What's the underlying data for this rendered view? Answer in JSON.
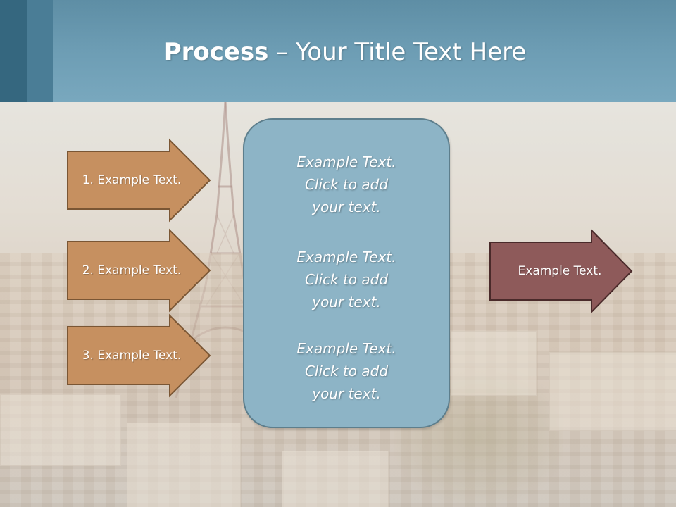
{
  "title": {
    "bold": "Process",
    "rest": " – Your Title Text Here"
  },
  "left_arrows": [
    {
      "label": "1. Example Text."
    },
    {
      "label": "2. Example Text."
    },
    {
      "label": "3. Example Text."
    }
  ],
  "center_box": {
    "paragraphs": [
      {
        "line1": "Example Text.",
        "line2": "Click  to add",
        "line3": "your text."
      },
      {
        "line1": "Example Text.",
        "line2": "Click  to add",
        "line3": "your text."
      },
      {
        "line1": "Example Text.",
        "line2": "Click  to add",
        "line3": "your text."
      }
    ]
  },
  "right_arrow": {
    "label": "Example Text."
  },
  "colors": {
    "title_bar": "#6d9db4",
    "left_arrow_fill": "#c69060",
    "left_arrow_border": "#7a5634",
    "center_box_fill": "#8db4c6",
    "right_arrow_fill": "#8e5a5a",
    "right_arrow_border": "#4a2a2a"
  }
}
